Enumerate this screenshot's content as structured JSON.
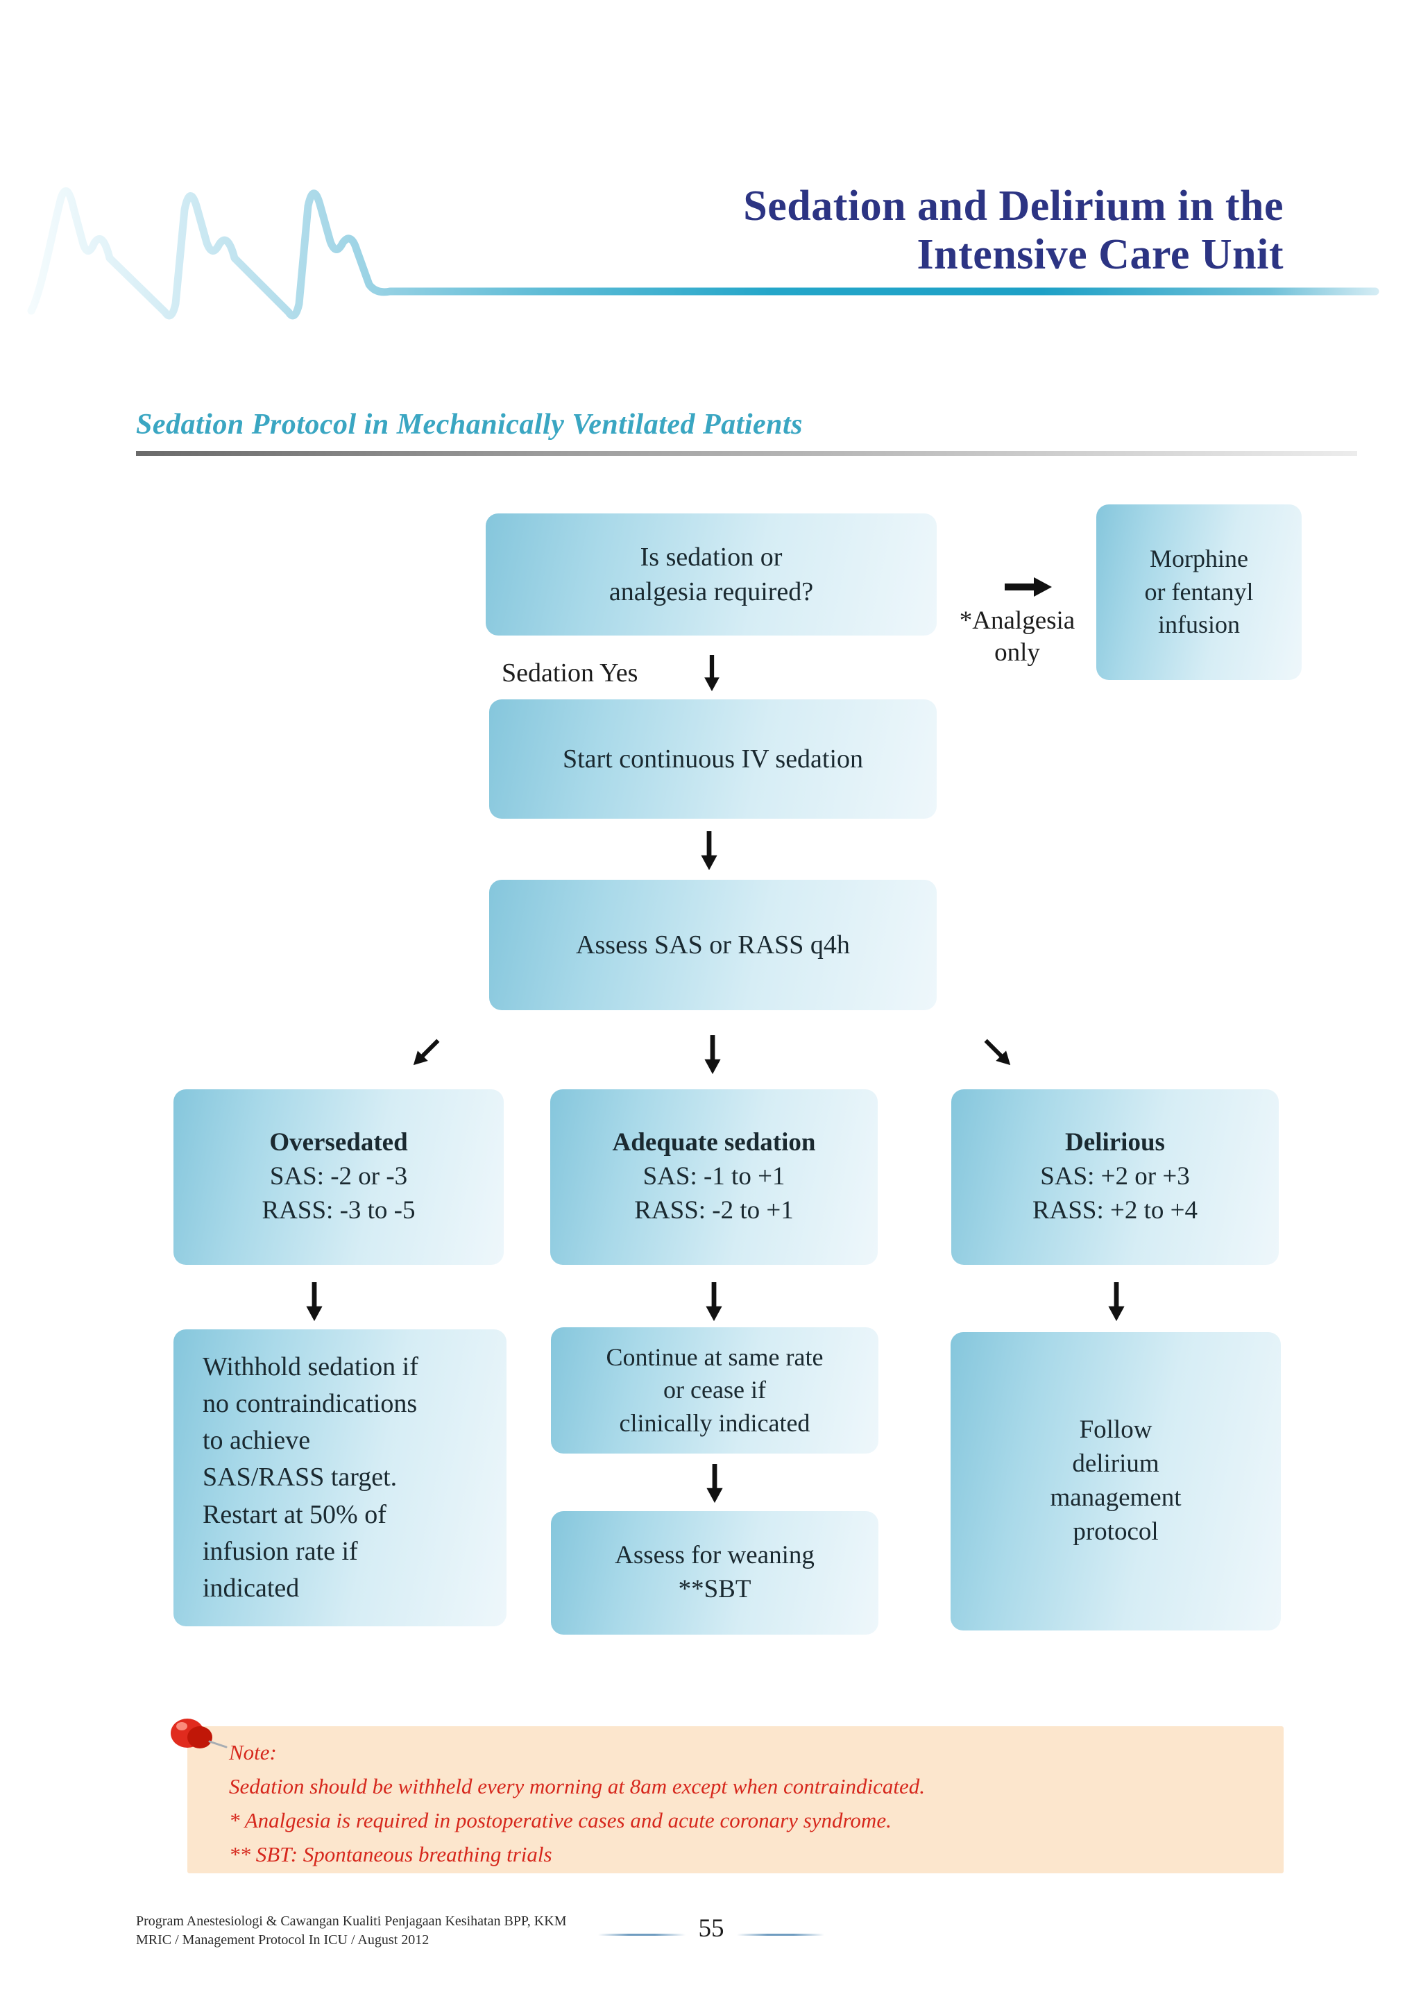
{
  "header": {
    "title_line1": "Sedation and Delirium in the",
    "title_line2": "Intensive Care Unit"
  },
  "section": {
    "heading": "Sedation Protocol in Mechanically Ventilated Patients"
  },
  "flow": {
    "q_box": {
      "lines": [
        "Is sedation or",
        "analgesia required?"
      ]
    },
    "analgesia": {
      "lines": [
        "*Analgesia",
        "only"
      ]
    },
    "morphine_box": {
      "lines": [
        "Morphine",
        "or fentanyl",
        "infusion"
      ]
    },
    "sedation_yes": "Sedation Yes",
    "start_box": "Start continuous IV sedation",
    "assess_box": "Assess SAS or RASS q4h",
    "oversedated": {
      "lines": [
        "Oversedated",
        "SAS: -2 or -3",
        "RASS: -3 to -5"
      ]
    },
    "adequate": {
      "lines": [
        "Adequate sedation",
        "SAS: -1 to +1",
        "RASS: -2 to +1"
      ]
    },
    "delirious": {
      "lines": [
        "Delirious",
        "SAS: +2 or +3",
        "RASS: +2 to +4"
      ]
    },
    "withhold": {
      "lines": [
        "Withhold sedation if",
        "no contraindications",
        "to achieve",
        "SAS/RASS target.",
        "Restart at 50% of",
        "infusion rate if",
        "indicated"
      ]
    },
    "continue_box": {
      "lines": [
        "Continue at same rate",
        "or cease if",
        "clinically indicated"
      ]
    },
    "weaning_box": {
      "lines": [
        "Assess for weaning",
        "**SBT"
      ]
    },
    "follow_box": {
      "lines": [
        "Follow",
        "delirium",
        "management",
        "protocol"
      ]
    }
  },
  "note": {
    "label": "Note:",
    "lines": [
      "Sedation should be withheld every morning at 8am except when contraindicated.",
      "* Analgesia is required in postoperative cases and acute coronary syndrome.",
      "** SBT: Spontaneous breathing trials"
    ]
  },
  "footer": {
    "org_line1": "Program Anestesiologi & Cawangan Kualiti Penjagaan Kesihatan BPP, KKM",
    "org_line2": "MRIC / Management Protocol In ICU / August 2012",
    "page_number": "55"
  },
  "colors": {
    "title_blue": "#2c3483",
    "heading_teal": "#3aa6c2",
    "box_text": "#1a2930",
    "box_gradient_start": "#85c6dc",
    "box_gradient_end": "#eef7fb",
    "ecg_teal": "#1da0c6",
    "note_background": "#fce6cd",
    "note_red": "#d6271c",
    "arrow_black": "#111111"
  }
}
